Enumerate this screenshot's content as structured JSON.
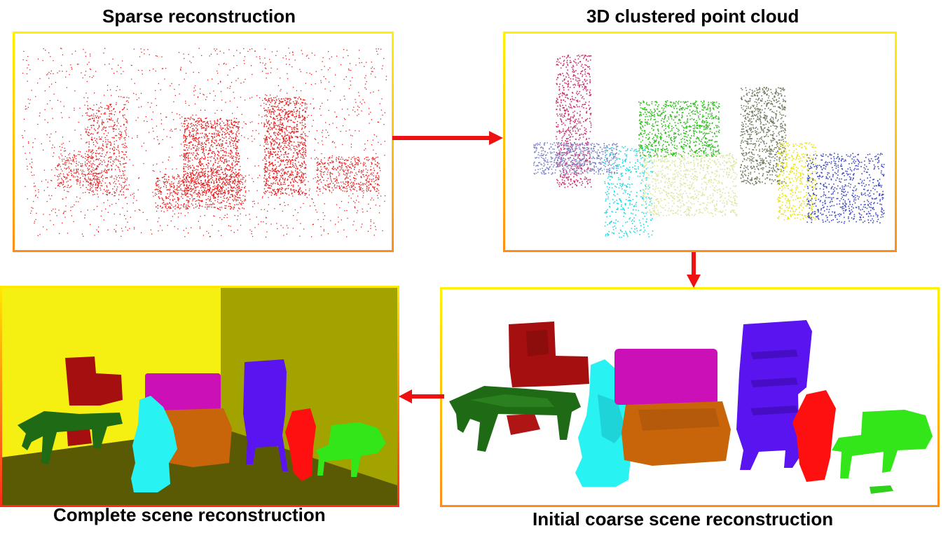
{
  "panels": {
    "sparse": {
      "title": "Sparse reconstruction"
    },
    "clustered": {
      "title": "3D clustered point cloud"
    },
    "coarse": {
      "title": "Initial coarse scene reconstruction"
    },
    "complete": {
      "title": "Complete scene reconstruction"
    }
  },
  "colors": {
    "arrow": "#ee1111",
    "frame_top": "#fff200",
    "frame_bottom": "#ff8c1a",
    "sparse_points": "#e81a1a",
    "cluster_pink": "#c8316f",
    "cluster_periwinkle": "#7f86c9",
    "cluster_cyan": "#22d8e6",
    "cluster_green": "#2fbf1f",
    "cluster_lime": "#d9e79a",
    "cluster_gray": "#6f7a5f",
    "cluster_yellow": "#e6e61a",
    "cluster_blue": "#3d49c0",
    "mesh_darkred": "#a50f0f",
    "mesh_darkgreen": "#1f6a14",
    "mesh_cyan": "#28f2f2",
    "mesh_magenta": "#cc10b8",
    "mesh_orange": "#c8650a",
    "mesh_violet": "#5a14f0",
    "mesh_red": "#ff1010",
    "mesh_green": "#33e61a",
    "room_wall_left": "#f5f011",
    "room_wall_right": "#a3a300",
    "room_floor": "#5a5a05"
  }
}
